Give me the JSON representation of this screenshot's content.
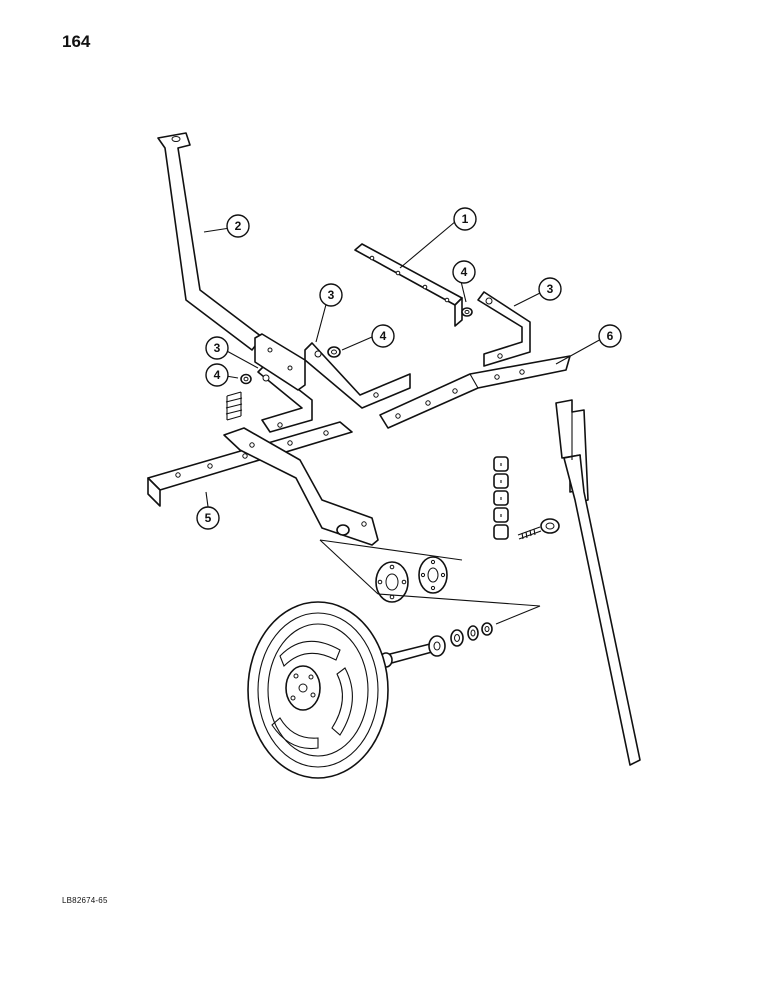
{
  "page": {
    "number": "164",
    "drawing_code": "LB82674-65"
  },
  "callouts": [
    {
      "id": "callout-1",
      "label": "1"
    },
    {
      "id": "callout-2",
      "label": "2"
    },
    {
      "id": "callout-3a",
      "label": "3"
    },
    {
      "id": "callout-3b",
      "label": "3"
    },
    {
      "id": "callout-3c",
      "label": "3"
    },
    {
      "id": "callout-4a",
      "label": "4"
    },
    {
      "id": "callout-4b",
      "label": "4"
    },
    {
      "id": "callout-4c",
      "label": "4"
    },
    {
      "id": "callout-5",
      "label": "5"
    },
    {
      "id": "callout-6",
      "label": "6"
    }
  ]
}
